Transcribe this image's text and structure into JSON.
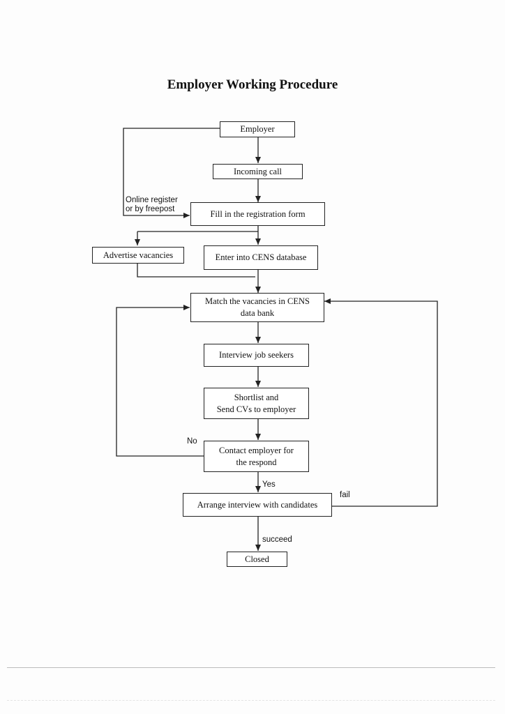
{
  "title": "Employer Working Procedure",
  "nodes": {
    "employer": "Employer",
    "incoming_call": "Incoming call",
    "fill_form": "Fill in the registration form",
    "advertise": "Advertise vacancies",
    "enter_cens": "Enter into CENS database",
    "match": "Match the vacancies in CENS\ndata bank",
    "interview": "Interview job seekers",
    "shortlist": "Shortlist and\nSend CVs to employer",
    "contact": "Contact employer for\nthe respond",
    "arrange": "Arrange interview with candidates",
    "closed": "Closed"
  },
  "edge_labels": {
    "online": "Online register\nor by freepost",
    "no": "No",
    "yes": "Yes",
    "fail": "fail",
    "succeed": "succeed"
  }
}
